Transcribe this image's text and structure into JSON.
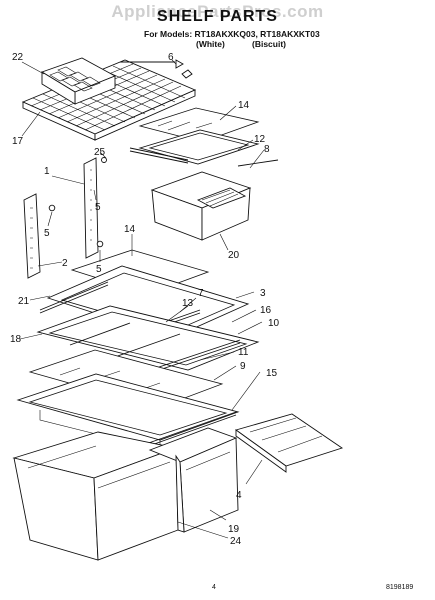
{
  "header": {
    "watermark": "AppliancePartsPros.com",
    "title": "SHELF PARTS",
    "models_line": "For Models: RT18AKXKQ03, RT18AKXKT03",
    "variant_white": "(White)",
    "variant_biscuit": "(Biscuit)"
  },
  "footer": {
    "page_number": "4",
    "doc_number": "8198189"
  },
  "callouts": {
    "c1": "1",
    "c2": "2",
    "c3": "3",
    "c4": "4",
    "c5a": "5",
    "c5b": "5",
    "c5c": "5",
    "c6": "6",
    "c7": "7",
    "c8": "8",
    "c9": "9",
    "c10": "10",
    "c11": "11",
    "c12": "12",
    "c13": "13",
    "c14a": "14",
    "c14b": "14",
    "c15": "15",
    "c16": "16",
    "c17": "17",
    "c18": "18",
    "c19": "19",
    "c20": "20",
    "c21": "21",
    "c22": "22",
    "c24": "24",
    "c25": "25"
  },
  "colors": {
    "line": "#111111",
    "watermark": "#cfcfcf",
    "background": "#ffffff"
  }
}
